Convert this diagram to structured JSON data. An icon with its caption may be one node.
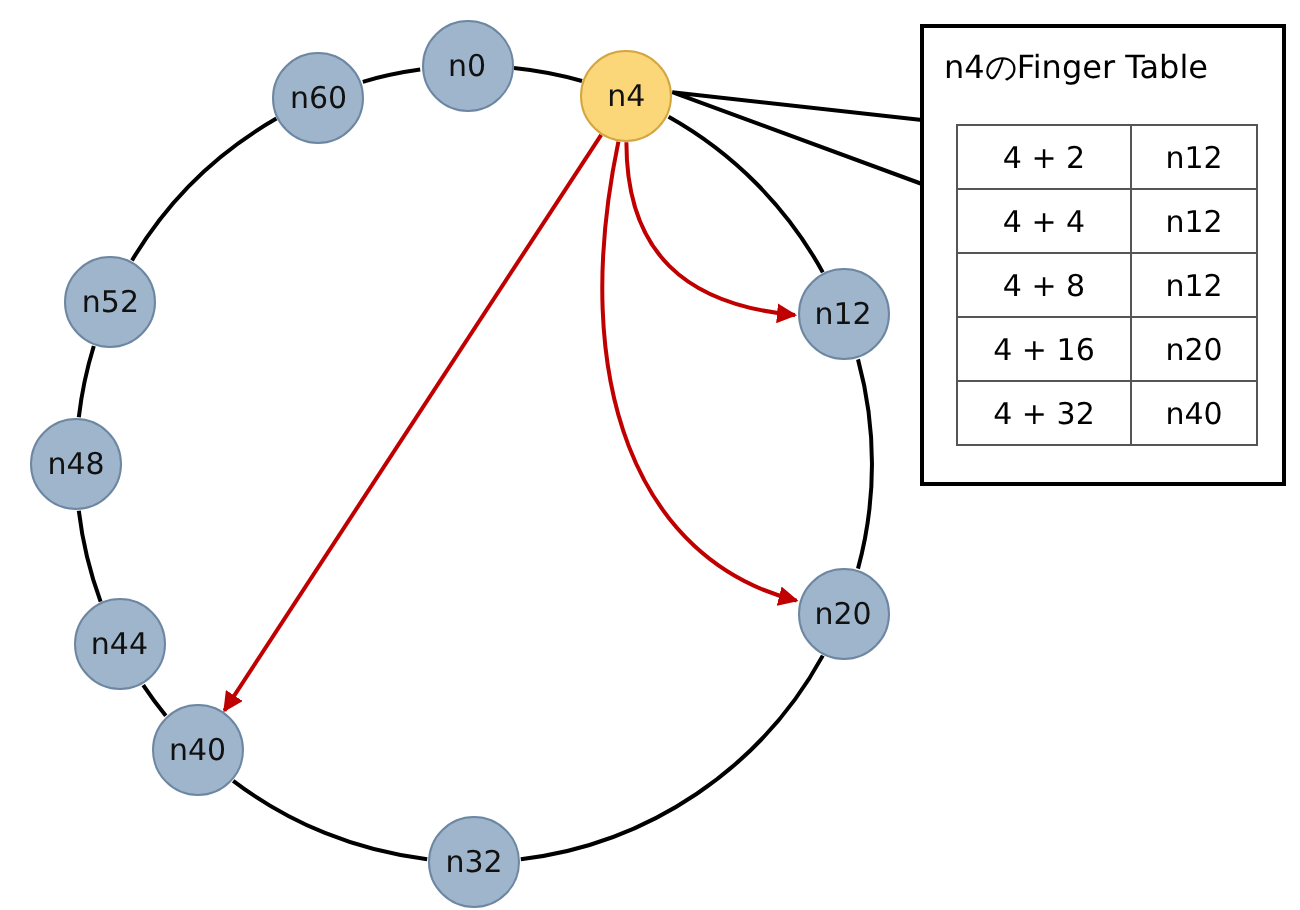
{
  "diagram": {
    "nodes": [
      {
        "text": [
          "n0"
        ]
      },
      {
        "text": [
          "n4"
        ]
      },
      {
        "text": [
          "n12"
        ]
      },
      {
        "text": [
          "n20"
        ]
      },
      {
        "text": [
          "n32"
        ]
      },
      {
        "text": [
          "n40"
        ]
      },
      {
        "text": [
          "n44"
        ]
      },
      {
        "text": [
          "n48"
        ]
      },
      {
        "text": [
          "n52"
        ]
      },
      {
        "text": [
          "n60"
        ]
      },
      {
        "text": [
          "n4のFinger Table"
        ]
      }
    ],
    "edges": [
      {
        "from": 0,
        "to": 1,
        "arrow": "none"
      },
      {
        "from": 1,
        "to": 2,
        "arrow": "none"
      },
      {
        "from": 2,
        "to": 3,
        "arrow": "none"
      },
      {
        "from": 3,
        "to": 4,
        "arrow": "none"
      },
      {
        "from": 4,
        "to": 5,
        "arrow": "none"
      },
      {
        "from": 5,
        "to": 6,
        "arrow": "none"
      },
      {
        "from": 6,
        "to": 7,
        "arrow": "none"
      },
      {
        "from": 7,
        "to": 8,
        "arrow": "none"
      },
      {
        "from": 8,
        "to": 9,
        "arrow": "none"
      },
      {
        "from": 9,
        "to": 0,
        "arrow": "none"
      },
      {
        "from": 1,
        "to": 2,
        "arrow": "to",
        "color": "#c00000"
      },
      {
        "from": 1,
        "to": 3,
        "arrow": "to",
        "color": "#c00000"
      },
      {
        "from": 1,
        "to": 5,
        "arrow": "to",
        "color": "#c00000"
      },
      {
        "from": 10,
        "to": 1,
        "arrow": "none"
      }
    ],
    "labels": [
      "4 + 2",
      "n12",
      "4 + 4",
      "n12",
      "4 + 8",
      "n12",
      "4 + 16",
      "n20",
      "4 + 32",
      "n40"
    ]
  }
}
